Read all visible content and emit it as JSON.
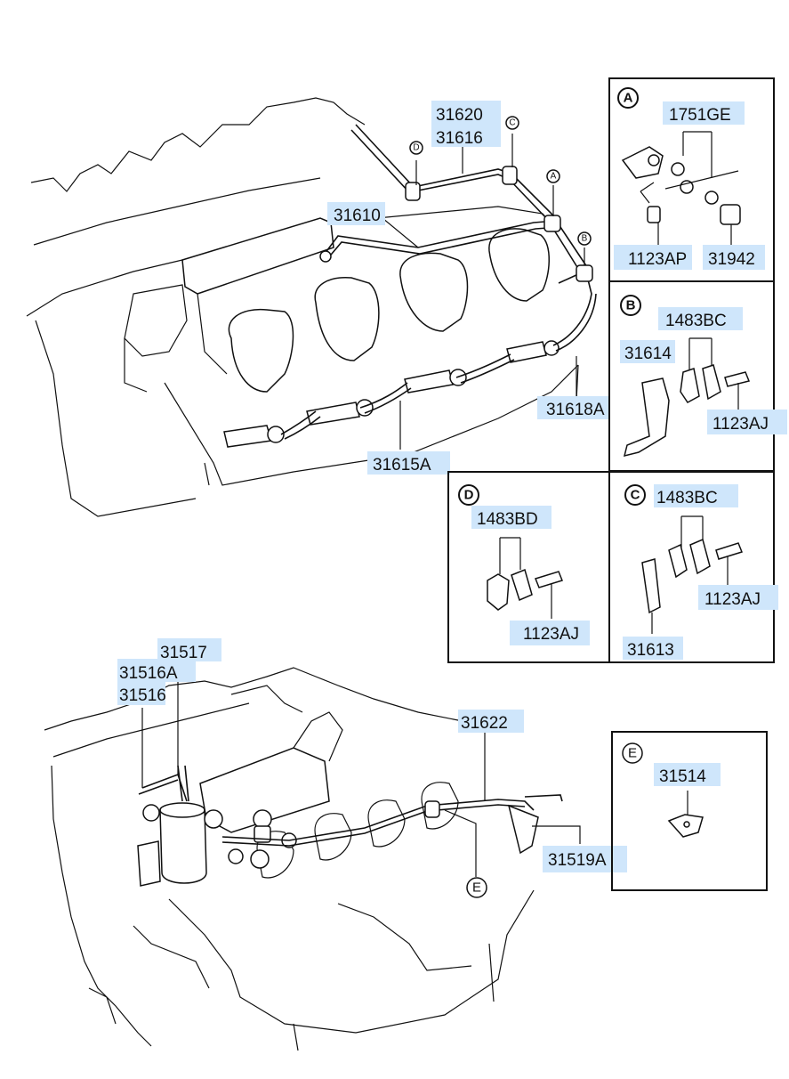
{
  "diagram": {
    "labels": {
      "l31620": "31620",
      "l31616": "31616",
      "l31610": "31610",
      "l31618A": "31618A",
      "l31615A": "31615A",
      "l1751GE": "1751GE",
      "l1123AP": "1123AP",
      "l31942": "31942",
      "l1483BC_B": "1483BC",
      "l31614": "31614",
      "l1123AJ_B": "1123AJ",
      "l1483BD": "1483BD",
      "l1123AJ_D": "1123AJ",
      "l1483BC_C": "1483BC",
      "l1123AJ_C": "1123AJ",
      "l31613": "31613",
      "l31517": "31517",
      "l31516A": "31516A",
      "l31516": "31516",
      "l31622": "31622",
      "l31519A": "31519A",
      "l31514": "31514"
    },
    "markers": {
      "A": "A",
      "B": "B",
      "C": "C",
      "D": "D",
      "E": "E"
    }
  }
}
